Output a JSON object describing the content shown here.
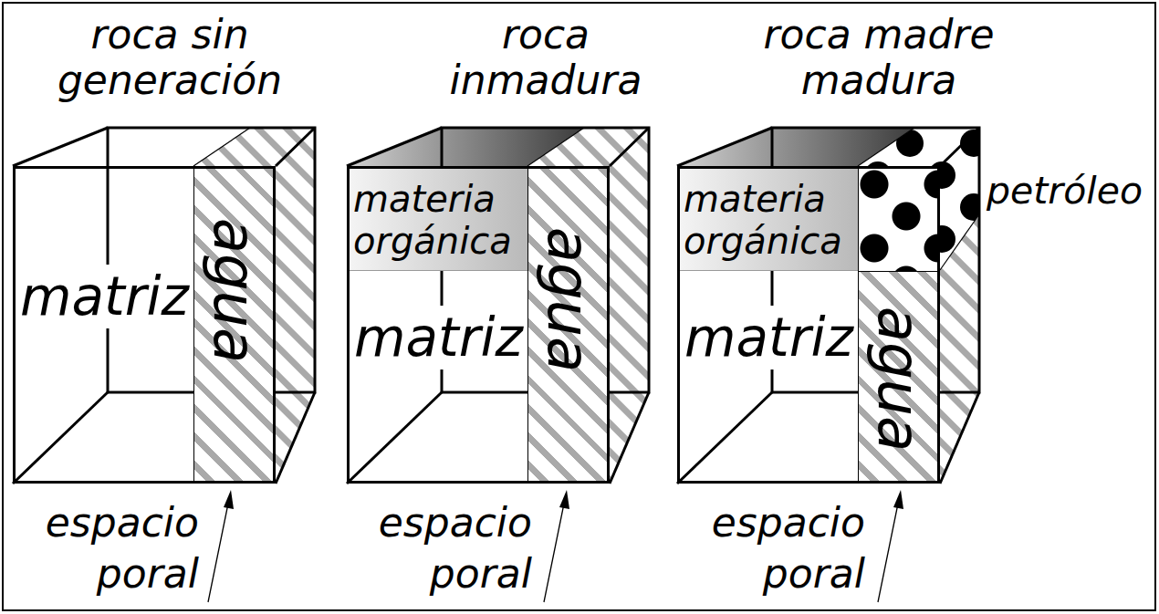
{
  "diagram": {
    "nodes": [
      {
        "text": [
          "roca sin generación",
          "matriz"
        ]
      },
      {
        "text": [
          "agua"
        ],
        "in": 0
      },
      {
        "text": [
          "roca inmadura",
          "matriz"
        ]
      },
      {
        "text": [
          "materia orgánica"
        ],
        "in": 2
      },
      {
        "text": [
          "agua"
        ],
        "in": 2
      },
      {
        "text": [
          "roca madre madura",
          "matriz"
        ]
      },
      {
        "text": [
          "materia orgánica"
        ],
        "in": 5
      },
      {
        "text": [
          "petróleo"
        ],
        "in": 5
      },
      {
        "text": [
          "agua"
        ],
        "in": 5
      }
    ],
    "labels": [
      "espacio poral",
      "espacio poral",
      "espacio poral"
    ]
  }
}
